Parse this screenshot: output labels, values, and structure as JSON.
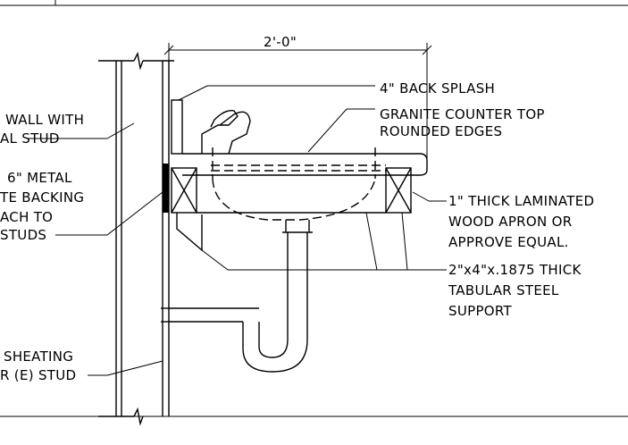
{
  "drawing": {
    "dimension": "2'-0\"",
    "labels": {
      "back_splash": "4\" BACK SPLASH",
      "counter_top_1": "GRANITE COUNTER TOP",
      "counter_top_2": "ROUNDED EDGES",
      "apron_1": "1\" THICK LAMINATED",
      "apron_2": "WOOD APRON OR",
      "apron_3": "APPROVE EQUAL.",
      "support_1": "2\"x4\"x.1875 THICK",
      "support_2": "TABULAR STEEL",
      "support_3": "SUPPORT",
      "wall_1": "WALL WITH",
      "wall_2": "AL STUD",
      "backing_1": "6\" METAL",
      "backing_2": "TE BACKING",
      "backing_3": "ACH TO",
      "backing_4": "STUDS",
      "sheating_1": "SHEATING",
      "sheating_2": "R (E) STUD"
    }
  }
}
